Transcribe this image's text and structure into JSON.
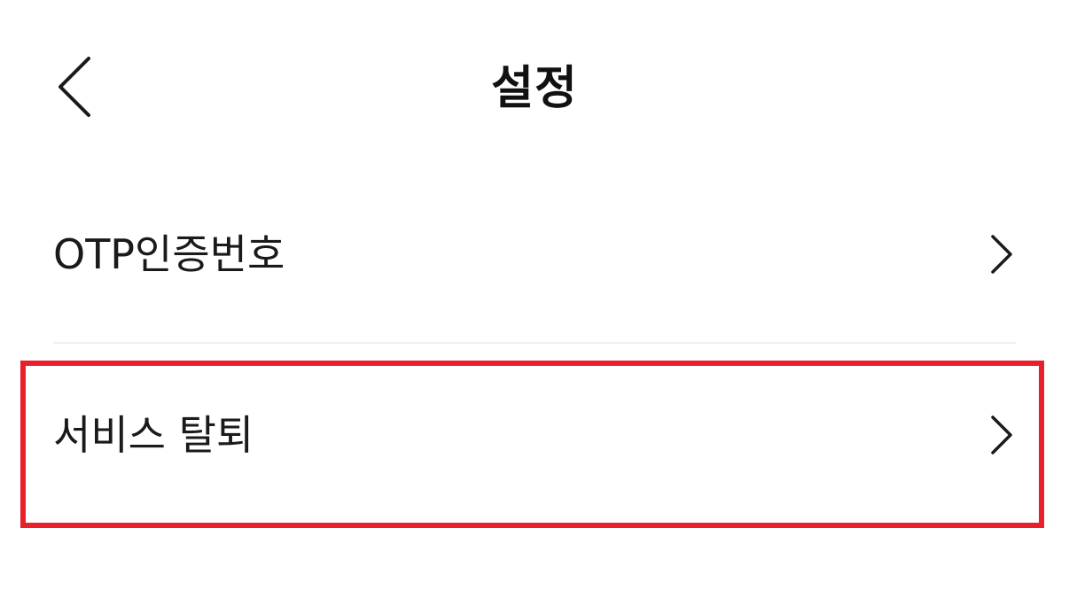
{
  "header": {
    "title": "설정",
    "back_icon": "chevron-left-icon"
  },
  "menu": {
    "items": [
      {
        "label": "OTP인증번호",
        "icon": "chevron-right-icon"
      },
      {
        "label": "서비스 탈퇴",
        "icon": "chevron-right-icon",
        "highlighted": true
      }
    ]
  },
  "colors": {
    "highlight": "#e8202a",
    "text": "#1a1a1a",
    "divider": "#f0f0f0",
    "background": "#ffffff"
  }
}
